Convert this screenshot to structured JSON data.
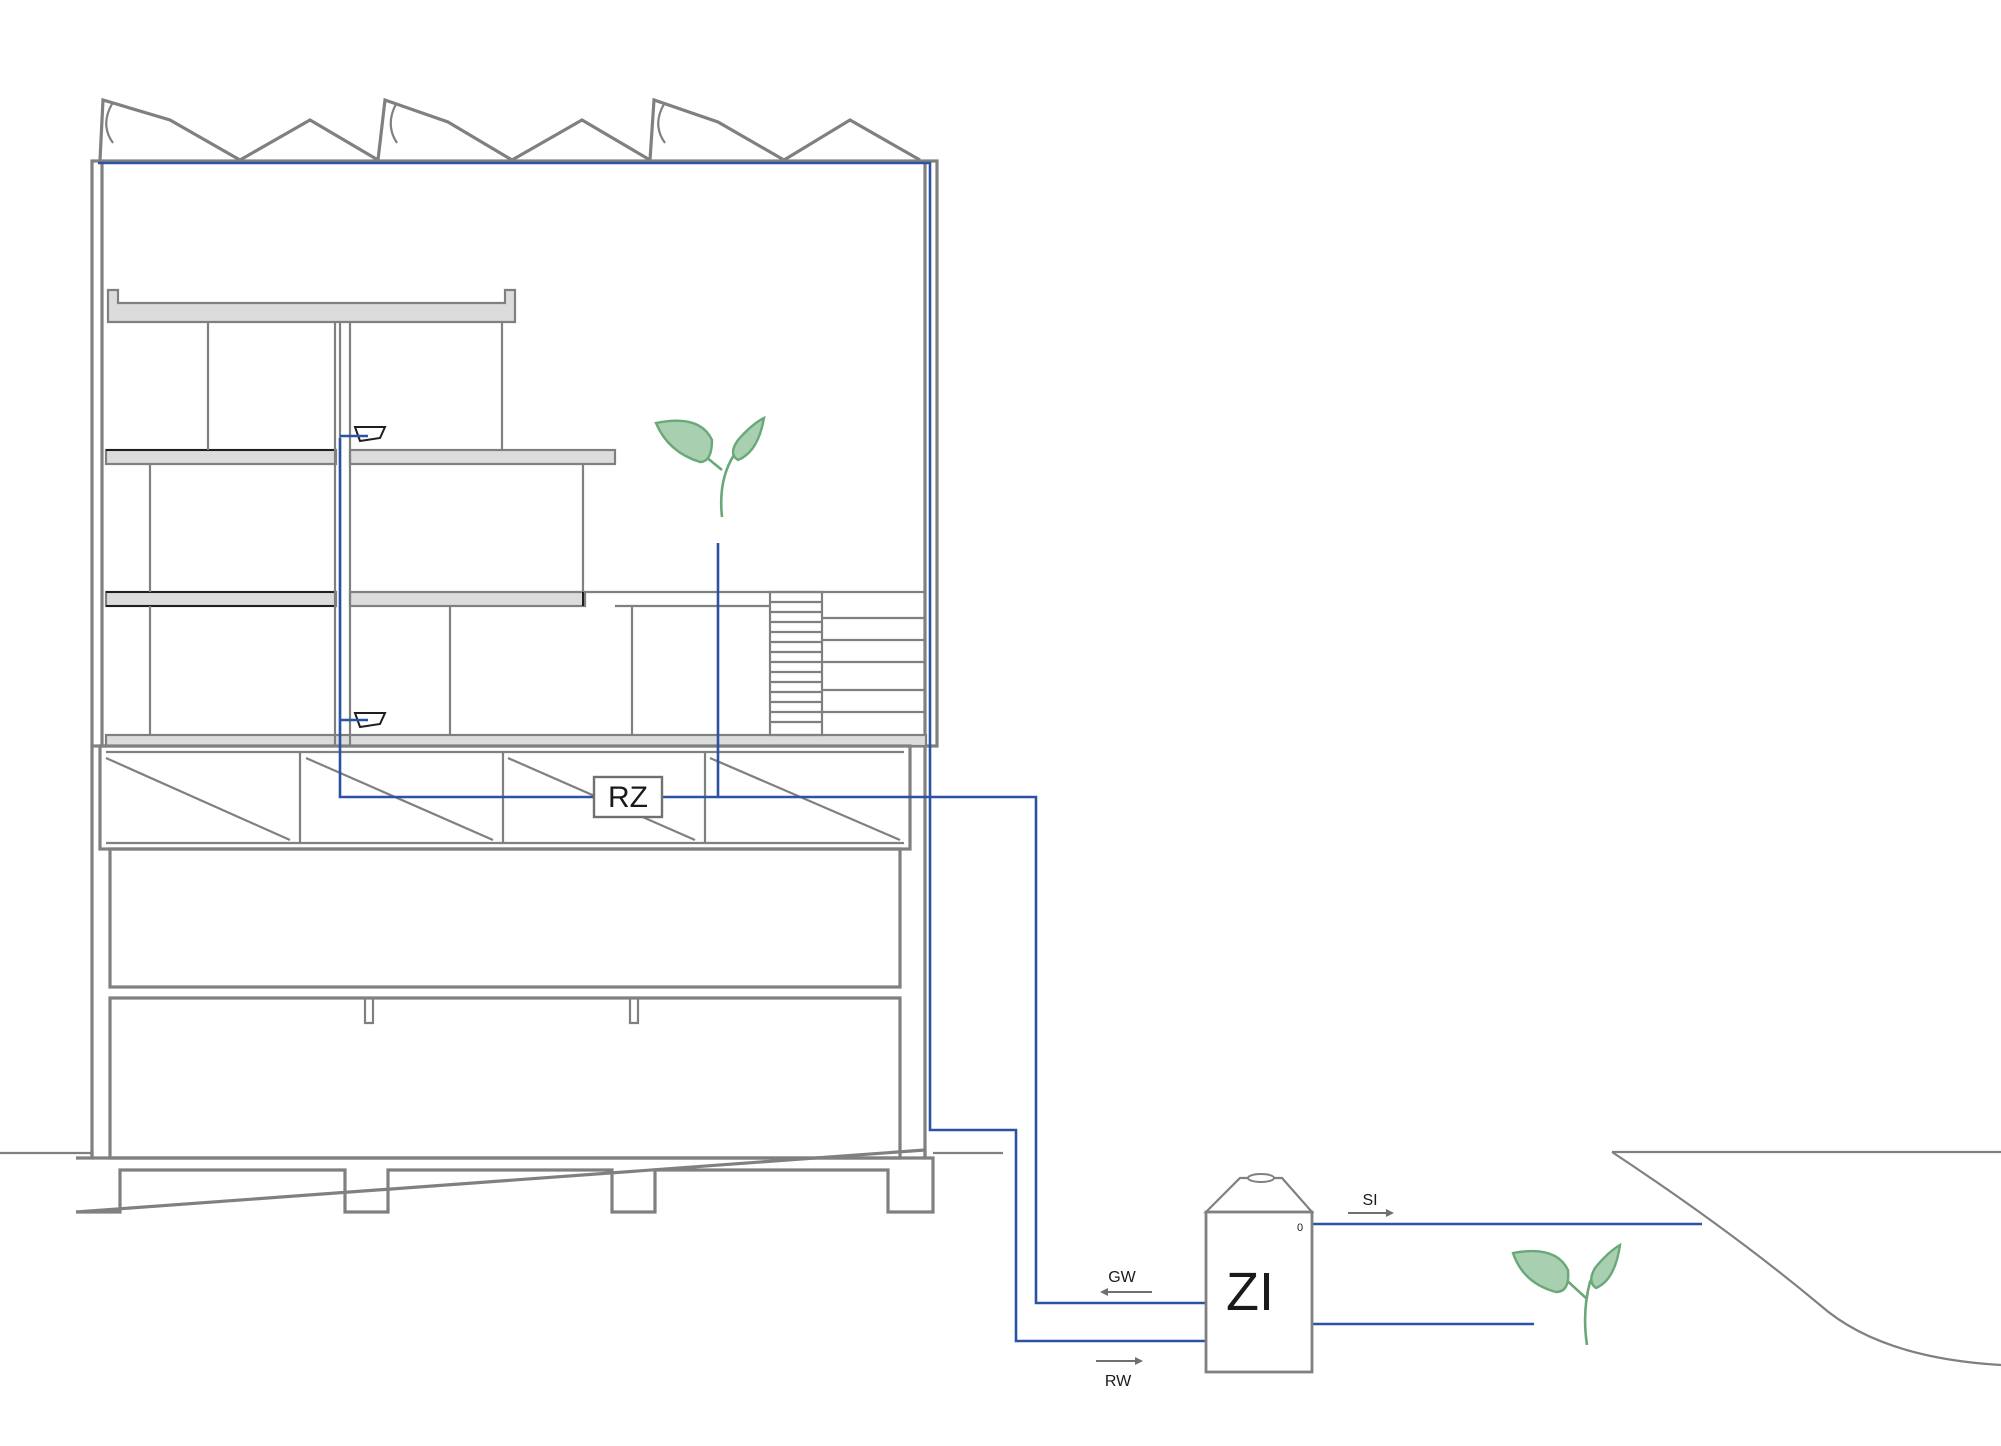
{
  "diagram": {
    "labels": {
      "rz": "RZ",
      "zi": "ZI",
      "gw": "GW",
      "rw": "RW",
      "si": "SI",
      "tank_marker": "0"
    },
    "colors": {
      "pipe": "#2a54a3",
      "structure": "#808080",
      "slab_fill": "#dcdcdc",
      "plant_leaf": "#a8cfaf",
      "plant_stroke": "#6aa879"
    },
    "icons": [
      "plant-icon",
      "plant-icon"
    ]
  }
}
